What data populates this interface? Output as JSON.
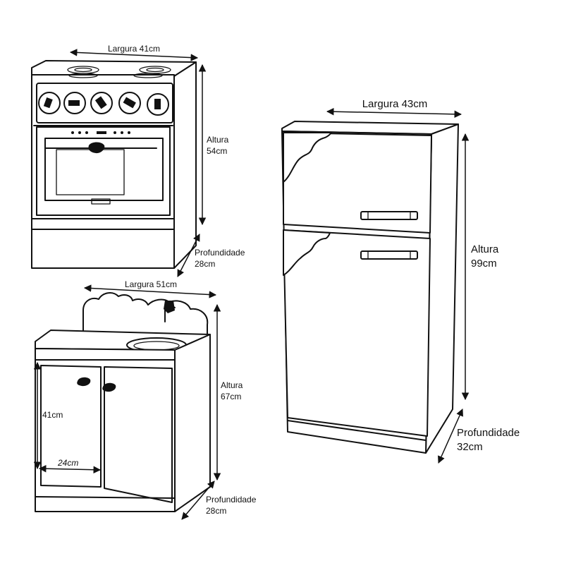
{
  "stove": {
    "width_label": "Largura 41cm",
    "height_label_line1": "Altura",
    "height_label_line2": "54cm",
    "depth_label_line1": "Profundidade",
    "depth_label_line2": "28cm"
  },
  "sink": {
    "width_label": "Largura 51cm",
    "height_label_line1": "Altura",
    "height_label_line2": "67cm",
    "door_height_label": "41cm",
    "door_width_label": "24cm",
    "depth_label_line1": "Profundidade",
    "depth_label_line2": "28cm"
  },
  "fridge": {
    "width_label": "Largura 43cm",
    "height_label_line1": "Altura",
    "height_label_line2": "99cm",
    "depth_label_line1": "Profundidade",
    "depth_label_line2": "32cm"
  }
}
